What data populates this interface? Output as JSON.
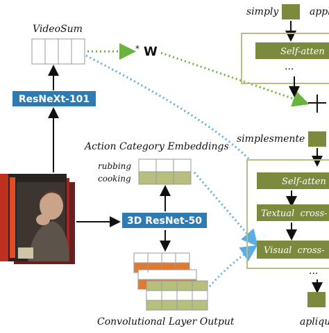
{
  "labels": {
    "videosum": "VideoSum",
    "resnext": "ResNeXt-101",
    "action_embeddings": "Action Category Embeddings",
    "rubbing": "rubbing",
    "cooking": "cooking",
    "resnet3d": "3D ResNet-50",
    "conv_output": "Convolutional Layer Output",
    "star": "*",
    "w": "W",
    "simply": "simply",
    "appl": "appl",
    "self_attn_top": "Self-atten",
    "dots": "···",
    "simplesmente": "simplesmente",
    "self_attn_bottom": "Self-atten",
    "textual_cross": "Textual  cross-",
    "visual_cross": "Visual  cross-",
    "apliqu": "apliqu"
  },
  "colors": {
    "blue_box": "#2e7bb3",
    "olive": "#7b8a3c",
    "olive_light": "#b8be7c",
    "orange": "#e07a2e",
    "green_dotted": "#6ab33c",
    "blue_dotted": "#5aaee6",
    "frame": "#b9bb8a"
  }
}
